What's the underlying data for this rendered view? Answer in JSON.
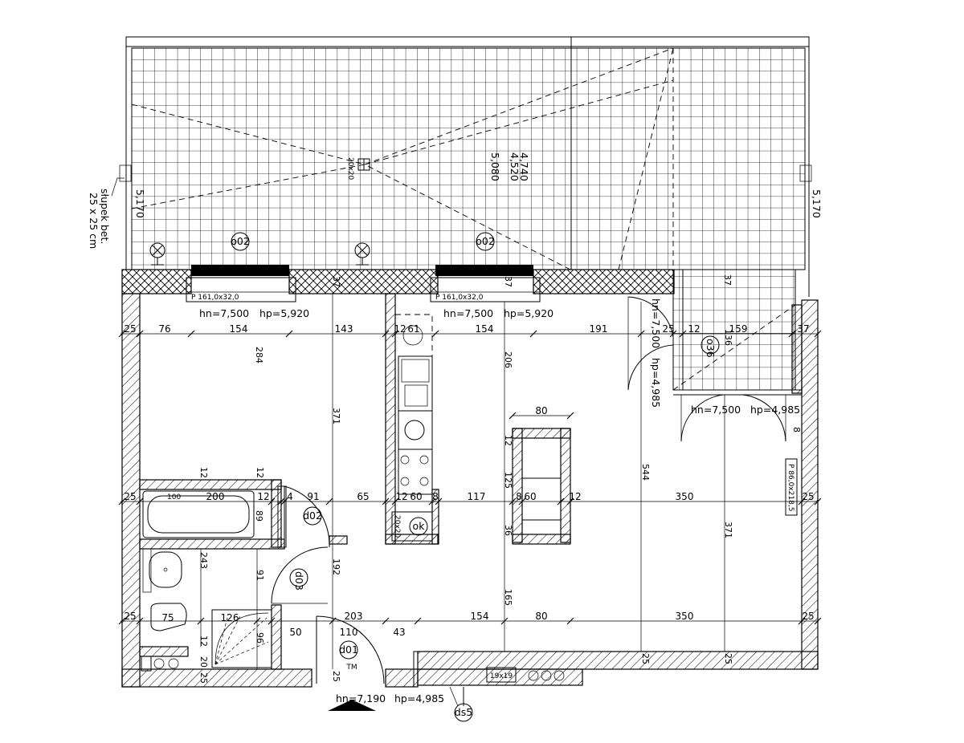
{
  "terrace": {
    "label_pillar_line1": "słupek bet.",
    "label_pillar_line2": "25 x 25 cm",
    "level_left": "5,170",
    "level_right": "5,170",
    "level_a": "4,740",
    "level_b": "4,520",
    "level_c": "5,080",
    "drain": "20x20",
    "drain_left_tag": "o02",
    "drain_right_tag": "o02"
  },
  "windows": {
    "left_spec": "P  161,0x32,0",
    "right_spec": "P  161,0x32,0",
    "right_wall_spec": "P  86,0x218,5",
    "small_spec": "19x19"
  },
  "levels": {
    "left_hn": "hn=7,500",
    "left_hp": "hp=5,920",
    "mid_hn": "hn=7,500",
    "mid_hp": "hp=5,920",
    "balcony_hn": "hn=7,500",
    "balcony_hp": "hp=4,985",
    "door_hn_v": "hn=7,500",
    "door_hp_v": "hp=4,985",
    "entry_hn": "hn=7,190",
    "entry_hp": "hp=4,985"
  },
  "tags": {
    "door_d02": "d02",
    "door_d03": "d03",
    "door_d01": "d01",
    "window_o36": "o36",
    "vent_ok": "ok",
    "entry_ds5": "ds5",
    "chimney_20x20": "20x20",
    "entry_tm": "TM"
  },
  "dimensions": {
    "row1": [
      "25",
      "76",
      "154",
      "143",
      "12",
      "61",
      "154",
      "191",
      "25",
      "12",
      "159",
      "37"
    ],
    "row2": [
      "25",
      "200",
      "12",
      "4",
      "91",
      "65",
      "12",
      "60",
      "8",
      "117",
      "8",
      "60",
      "12",
      "350",
      "25"
    ],
    "row3": [
      "25",
      "75",
      "126",
      "50",
      "110",
      "43",
      "203",
      "154",
      "80",
      "350",
      "25"
    ],
    "top_80": "80",
    "vertical": [
      "284",
      "371",
      "206",
      "544",
      "371",
      "37",
      "136",
      "12",
      "125",
      "36",
      "165",
      "243",
      "91",
      "192",
      "96",
      "89",
      "12",
      "12",
      "12",
      "20",
      "25",
      "25",
      "25",
      "25",
      "37",
      "37",
      "8",
      "100"
    ]
  }
}
